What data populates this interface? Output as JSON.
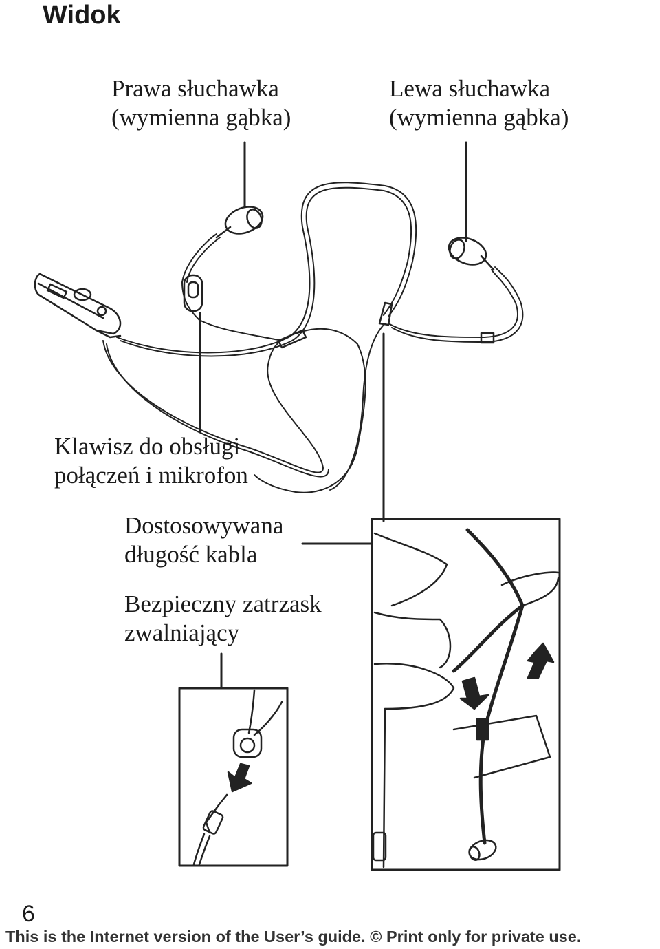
{
  "page_title": "Widok",
  "labels": {
    "right_earphone": {
      "line1": "Prawa słuchawka",
      "line2": "(wymienna gąbka)"
    },
    "left_earphone": {
      "line1": "Lewa słuchawka",
      "line2": "(wymienna gąbka)"
    },
    "call_key": {
      "line1": "Klawisz do obsługi",
      "line2": "połączeń i mikrofon"
    },
    "cable_length": {
      "line1": "Dostosowywana",
      "line2": "długość kabla"
    },
    "safety_clasp": {
      "line1": "Bezpieczny zatrzask",
      "line2": "zwalniający"
    }
  },
  "illustrations": {
    "main": "headset-with-clip-and-earphones",
    "detail_left": "safety-release-clasp-detail",
    "detail_right": "cable-length-adjustment-detail"
  },
  "page_number": "6",
  "footer": "This is the Internet version of the User’s guide. © Print only for private use."
}
